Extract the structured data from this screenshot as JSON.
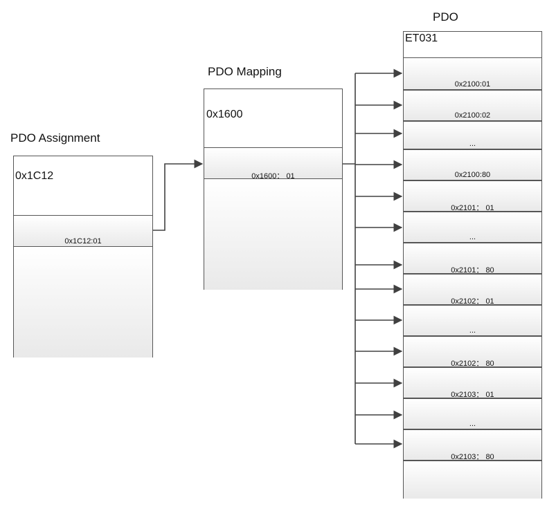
{
  "assignment": {
    "title": "PDO Assignment",
    "header": "0x1C12",
    "entry": "0x1C12:01"
  },
  "mapping": {
    "title": "PDO Mapping",
    "header": "0x1600",
    "entry": "0x1600： 01"
  },
  "pdo": {
    "title": "PDO",
    "header": "ET031",
    "entries": [
      "0x2100:01",
      "0x2100:02",
      "...",
      "0x2100:80",
      "0x2101： 01",
      "...",
      "0x2101： 80",
      "0x2102： 01",
      "...",
      "0x2102： 80",
      "0x2103： 01",
      "...",
      "0x2103： 80"
    ]
  },
  "colors": {
    "line": "#404040",
    "border": "#555555"
  }
}
